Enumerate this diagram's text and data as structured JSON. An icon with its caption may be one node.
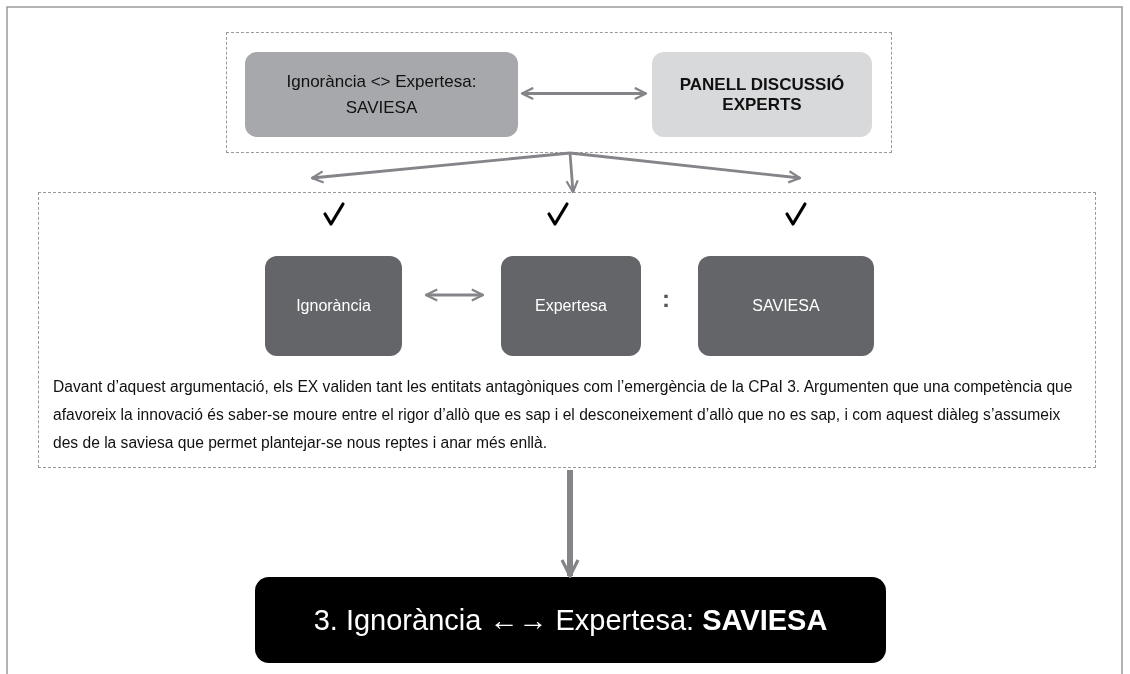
{
  "diagram": {
    "nodes": [
      {
        "text": [],
        "shape": "box"
      },
      {
        "text": [
          "Ignorància <> Expertesa: SAVIESA"
        ],
        "in": 0
      },
      {
        "text": [
          "PANELL DISCUSSIÓ EXPERTS"
        ],
        "in": 0
      },
      {
        "text": [
          "Davant d’aquest argumentació, els EX validen tant les entitats antagòniques com l’emergència de la CPaI 3. Argumenten que una competència que afavoreix la innovació és saber-se moure entre el rigor d’allò que es sap i el desconeixement d’allò que no es sap, i com aquest diàleg s’assumeix des de la saviesa que permet plantejar-se nous reptes i anar més enllà."
        ]
      },
      {
        "text": [
          "Ignorància"
        ],
        "in": 3
      },
      {
        "text": [
          "Expertesa"
        ],
        "in": 3
      },
      {
        "text": [
          "SAVIESA"
        ],
        "in": 3
      },
      {
        "text": [
          "3. Ignorància ←→ Expertesa: **SAVIESA**"
        ]
      }
    ],
    "edges": [
      {
        "from": 1,
        "to": 2,
        "arrow": "both"
      },
      {
        "from": 0,
        "to": 3,
        "arrow": "to"
      },
      {
        "from": 0,
        "to": 3,
        "arrow": "to"
      },
      {
        "from": 0,
        "to": 3,
        "arrow": "to"
      },
      {
        "from": 4,
        "to": 5,
        "arrow": "both"
      },
      {
        "from": 3,
        "to": 7,
        "arrow": "to",
        "style": "thick"
      }
    ],
    "labels": [
      ":"
    ]
  }
}
